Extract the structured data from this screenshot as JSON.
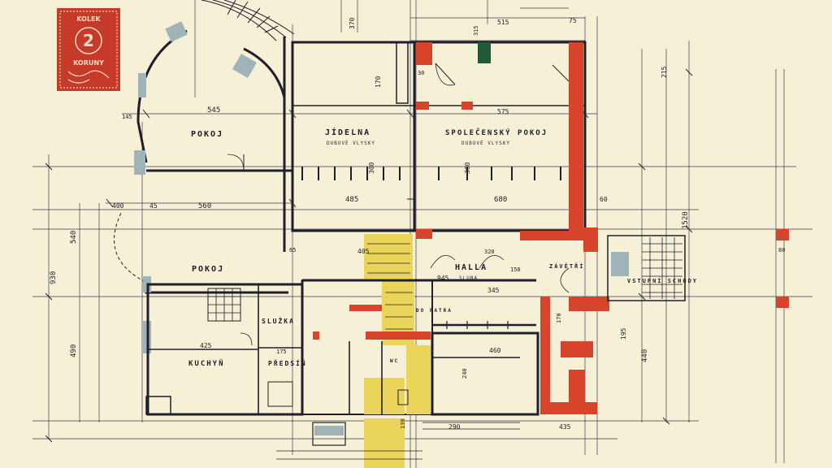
{
  "stamp": {
    "top_text": "KOLEK",
    "value": "2",
    "bottom_text": "KORUNY",
    "color": "#c63a2a"
  },
  "rooms": {
    "pokoj_top": "POKOJ",
    "jidelna": "JÍDELNA",
    "jidelna_sub": "DUBOVÉ VLYSKY",
    "spolecensky": "SPOLEČENSKÝ POKOJ",
    "spolecensky_sub": "DUBOVÉ VLYSKY",
    "pokoj_mid": "POKOJ",
    "halla": "HALLA",
    "halla_sub": "SLUNA",
    "sluzka": "SLUŽKA",
    "kuchyn": "KUCHYŇ",
    "predsin": "PŘEDSÍŇ",
    "zavetri": "ZÁVĚTŘÍ",
    "vstupni": "VSTUPNÍ SCHODY",
    "patra": "DO PATRA",
    "wc": "WC"
  },
  "dimensions": {
    "d545": "545",
    "d145": "145",
    "d485": "485",
    "d680": "680",
    "d560": "560",
    "d400": "400",
    "d45": "45",
    "d540": "540",
    "d930": "930",
    "d490": "490",
    "d425": "425",
    "d175": "175",
    "d460": "460",
    "d345": "345",
    "d945": "945",
    "d440": "440",
    "d195": "195",
    "d1520": "1520",
    "d515": "515",
    "d575": "575",
    "d170": "170",
    "d370": "370",
    "d300a": "300",
    "d300b": "300",
    "d215": "215",
    "d290": "290",
    "d435": "435",
    "d240": "240",
    "d60": "60",
    "d150": "150",
    "d170b": "170",
    "d80": "80",
    "d75": "75",
    "d315": "315",
    "d30": "30",
    "d65": "65",
    "d405": "405",
    "d320": "320",
    "d130": "130"
  },
  "colors": {
    "paper": "#f6f1d6",
    "ink": "#1f1f2b",
    "existing_wall": "#9fb3b8",
    "new_wall": "#d8432c",
    "removed": "#ead55a",
    "chimney": "#1f5a3a"
  }
}
